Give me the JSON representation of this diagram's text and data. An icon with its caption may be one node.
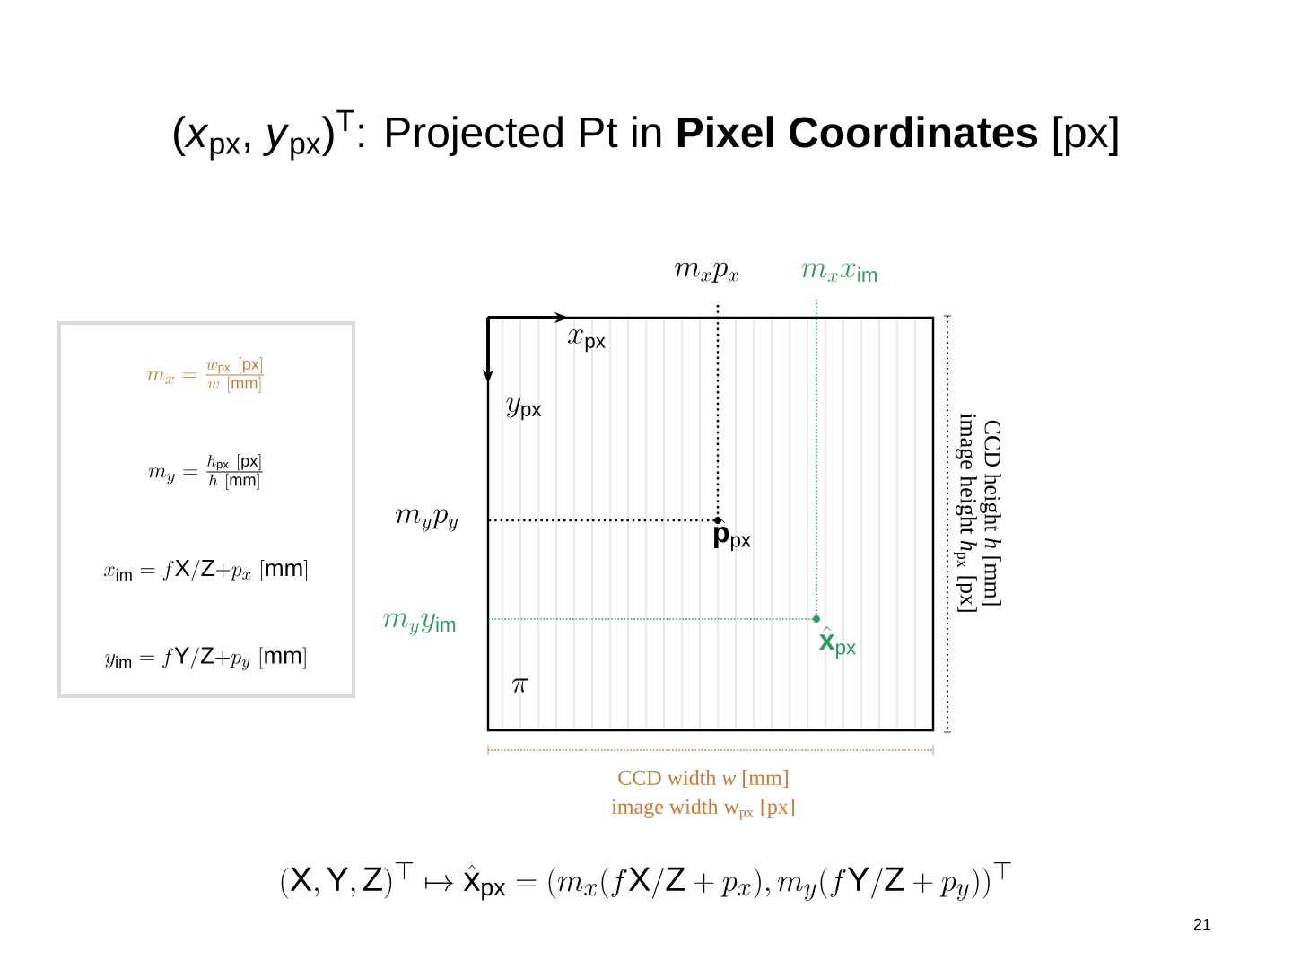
{
  "diagram": {
    "title": "(*x*$_{px}$, *y*$_{px}$)$^{T}$: Projected Pt in **Pixel Coordinates** [px]",
    "labels": [
      "m_x = \\frac{w_{\\mathrm{px}}\\ [\\mathrm{px}]}{w\\ [\\mathrm{mm}]}",
      "m_y = \\frac{h_{\\mathrm{px}}\\ [\\mathrm{px}]}{h\\ [\\mathrm{mm}]}",
      "x_{\\mathrm{im}} = f\\mathrm{X}/\\mathrm{Z}{+}p_x\\ [\\mathrm{mm}]",
      "y_{\\mathrm{im}} = f\\mathrm{Y}/\\mathrm{Z}{+}p_y\\ [\\mathrm{mm}]",
      "m_x p_x",
      "m_x x_{\\mathrm{im}}",
      "x_{\\mathrm{px}}",
      "y_{\\mathrm{px}}",
      "m_y p_y",
      "\\hat{\\mathbf{p}}_{\\mathrm{px}}",
      "m_y y_{\\mathrm{im}}",
      "\\hat{\\mathbf{x}}_{\\mathrm{px}}",
      "\\pi",
      "CCD height *h* [mm]",
      "image height *h*$_{px}$ [px]",
      "CCD width *w* [mm]",
      "image width w$_{px}$ [px]",
      "(\\mathrm{X},\\mathrm{Y},\\mathrm{Z})^{\\top} \\mapsto \\hat{\\mathrm{x}}_{\\mathrm{px}} = (m_x(f\\mathrm{X}/\\mathrm{Z}+p_x), m_y(f\\mathrm{Y}/\\mathrm{Z}+p_y))^{\\top}",
      "21"
    ]
  }
}
